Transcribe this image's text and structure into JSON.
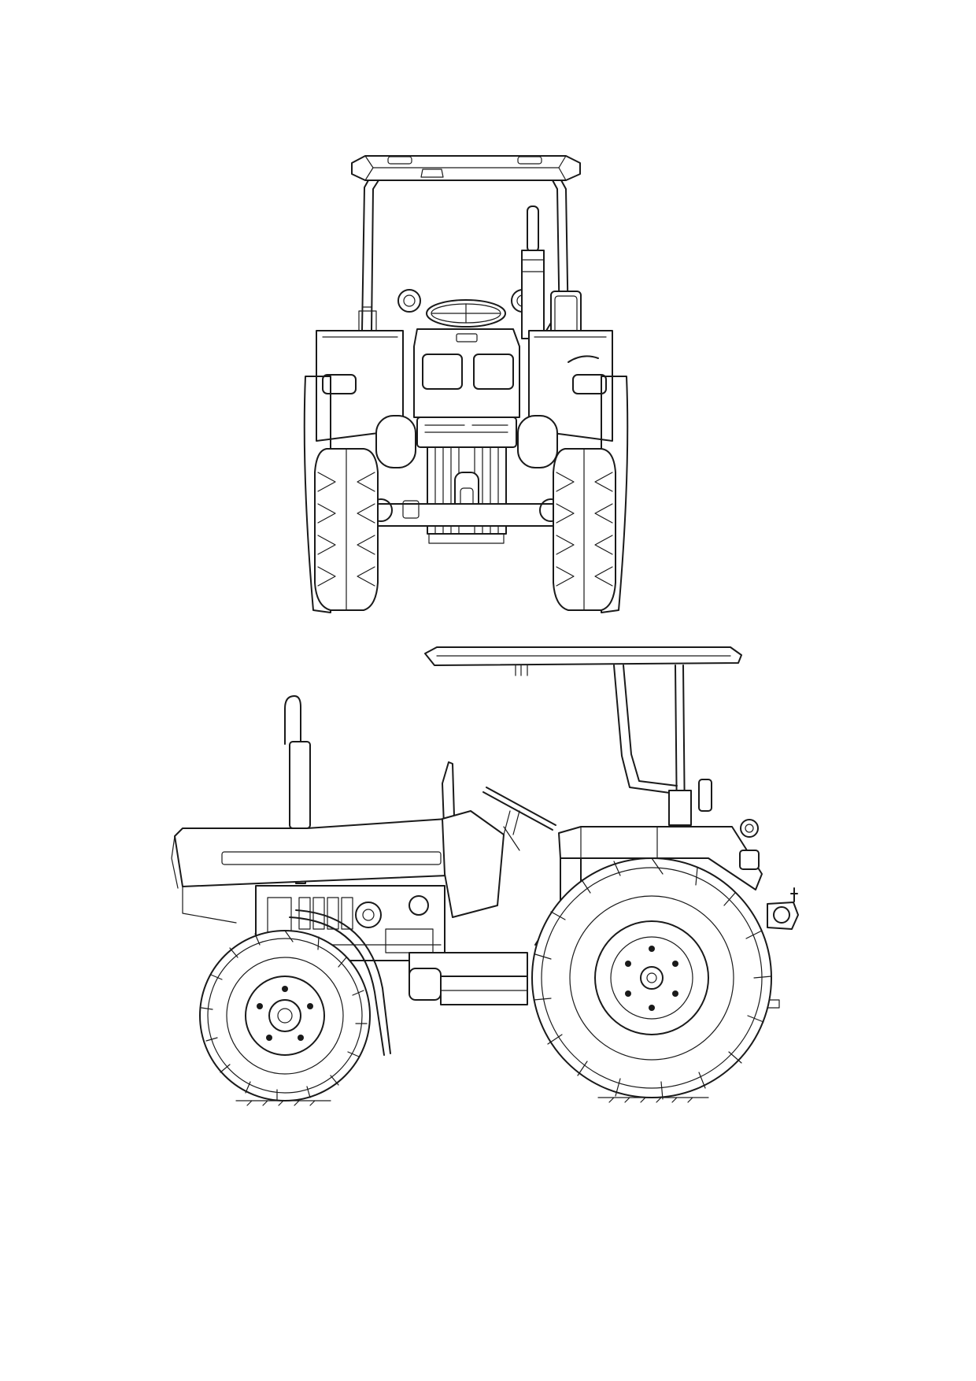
{
  "sheet": {
    "background_color": "#ffffff",
    "line_color": "#1a1a1a"
  },
  "views": [
    {
      "id": "front",
      "subject": "tractor-front-elevation",
      "label": ""
    },
    {
      "id": "side",
      "subject": "tractor-side-elevation",
      "label": ""
    }
  ]
}
